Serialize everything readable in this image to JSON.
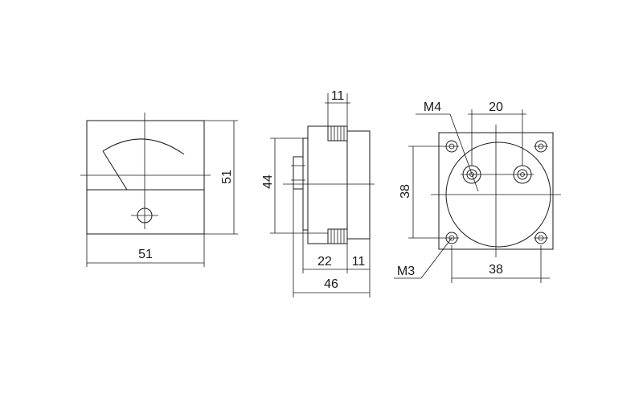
{
  "front_view": {
    "width_label": "51",
    "height_label": "51"
  },
  "side_view": {
    "top_label": "11",
    "height_label": "44",
    "depth_label": "22",
    "terminal_label": "11",
    "total_label": "46"
  },
  "rear_view": {
    "m4_label": "M4",
    "m3_label": "M3",
    "terminal_spacing_label": "20",
    "vertical_label": "38",
    "horizontal_label": "38"
  }
}
